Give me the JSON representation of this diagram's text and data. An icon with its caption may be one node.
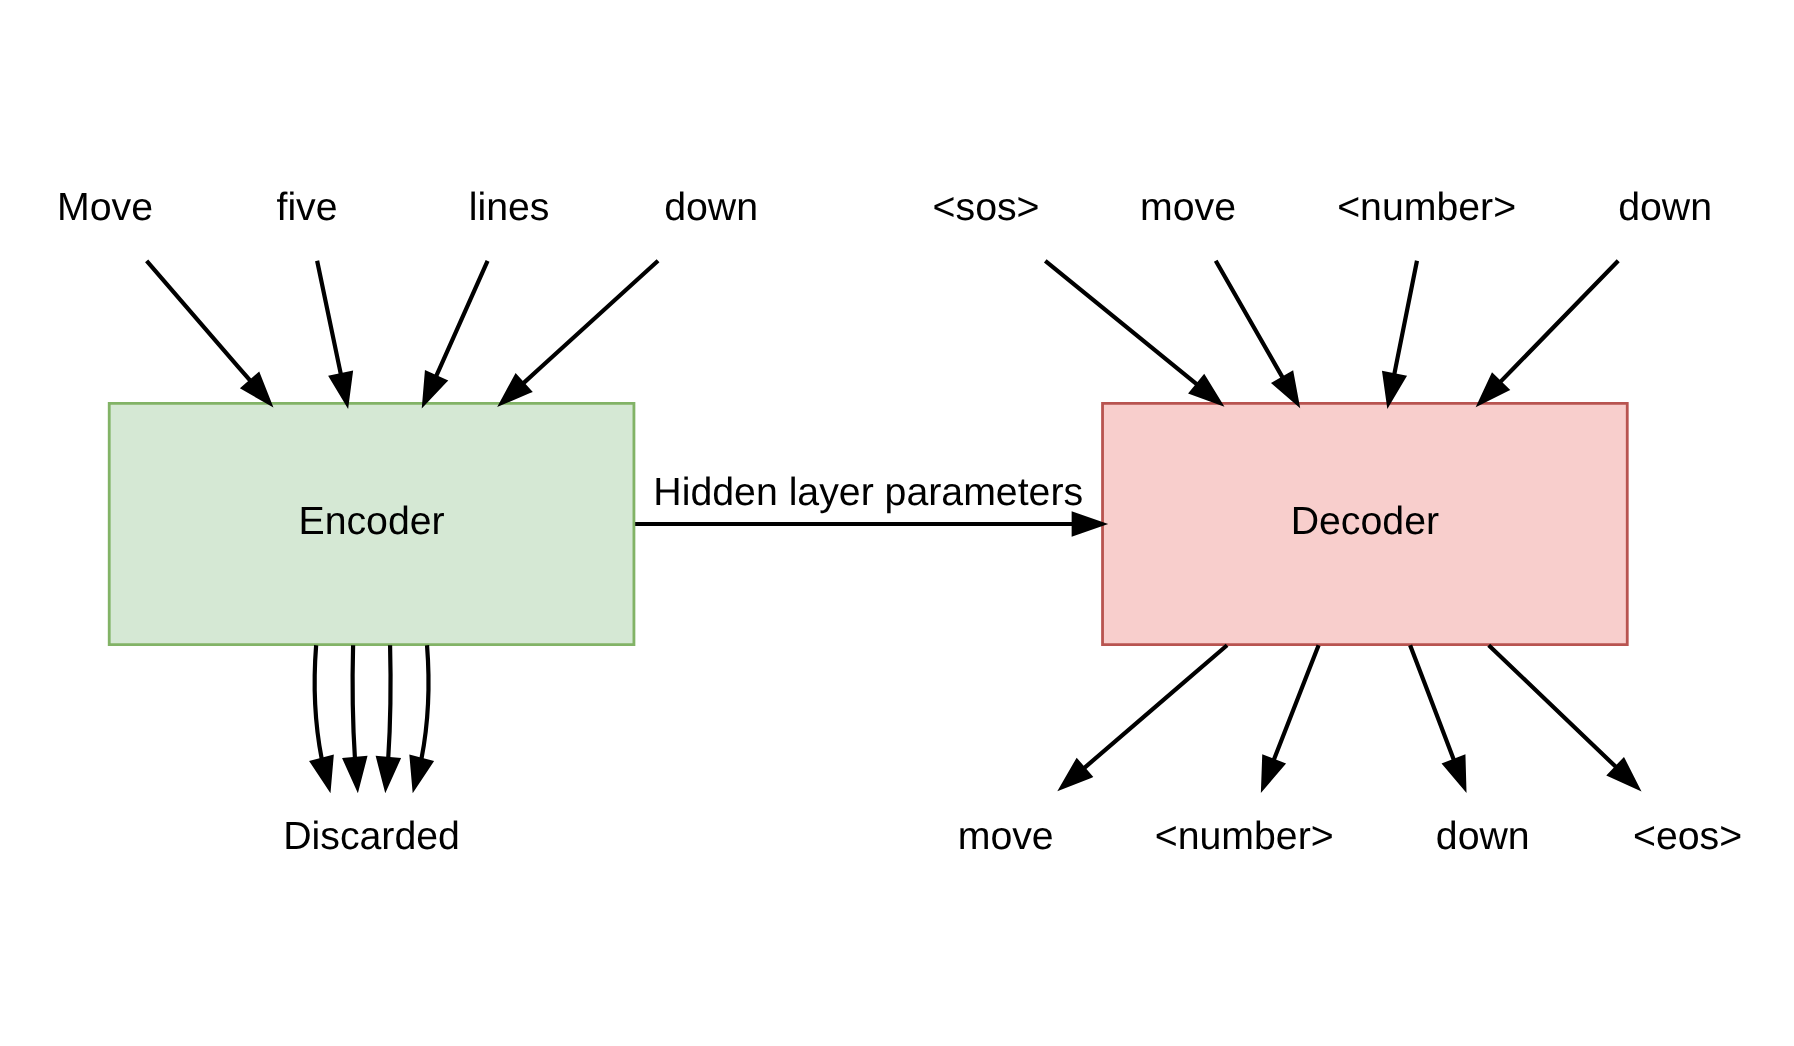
{
  "diagram": {
    "nodes": [
      {
        "text": [
          "Move"
        ]
      },
      {
        "text": [
          "five"
        ]
      },
      {
        "text": [
          "lines"
        ]
      },
      {
        "text": [
          "down"
        ]
      },
      {
        "text": [
          "<sos>"
        ]
      },
      {
        "text": [
          "move"
        ]
      },
      {
        "text": [
          "<number>"
        ]
      },
      {
        "text": [
          "down"
        ]
      },
      {
        "text": [
          "Encoder"
        ]
      },
      {
        "text": [
          "Decoder"
        ]
      },
      {
        "text": [
          "Discarded"
        ]
      },
      {
        "text": [
          "move"
        ]
      },
      {
        "text": [
          "<number>"
        ]
      },
      {
        "text": [
          "down"
        ]
      },
      {
        "text": [
          "<eos>"
        ]
      }
    ],
    "edges": [
      {
        "from": 0,
        "to": 8,
        "arrow": "to"
      },
      {
        "from": 1,
        "to": 8,
        "arrow": "to"
      },
      {
        "from": 2,
        "to": 8,
        "arrow": "to"
      },
      {
        "from": 3,
        "to": 8,
        "arrow": "to"
      },
      {
        "from": 4,
        "to": 9,
        "arrow": "to"
      },
      {
        "from": 5,
        "to": 9,
        "arrow": "to"
      },
      {
        "from": 6,
        "to": 9,
        "arrow": "to"
      },
      {
        "from": 7,
        "to": 9,
        "arrow": "to"
      },
      {
        "from": 8,
        "to": 9,
        "arrow": "to",
        "label": "Hidden layer parameters"
      },
      {
        "from": 8,
        "to": 10,
        "arrow": "to"
      },
      {
        "from": 8,
        "to": 10,
        "arrow": "to"
      },
      {
        "from": 8,
        "to": 10,
        "arrow": "to"
      },
      {
        "from": 8,
        "to": 10,
        "arrow": "to"
      },
      {
        "from": 9,
        "to": 11,
        "arrow": "to"
      },
      {
        "from": 9,
        "to": 12,
        "arrow": "to"
      },
      {
        "from": 9,
        "to": 13,
        "arrow": "to"
      },
      {
        "from": 9,
        "to": 14,
        "arrow": "to"
      }
    ]
  }
}
